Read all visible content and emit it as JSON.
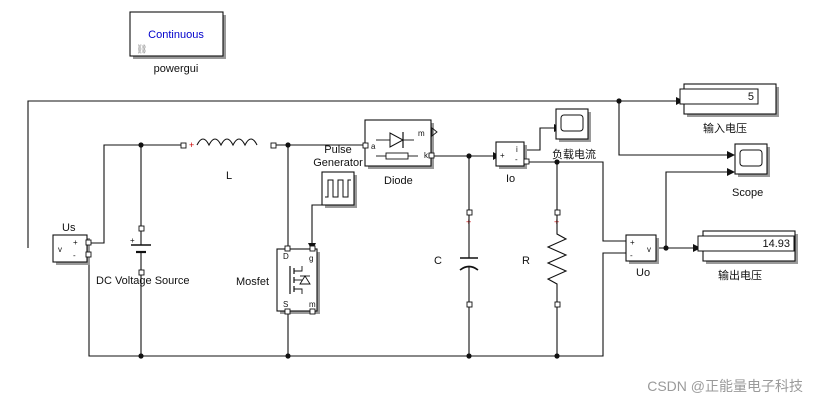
{
  "powergui": {
    "mode": "Continuous",
    "name": "powergui"
  },
  "blocks": {
    "us": "Us",
    "dc_source": "DC Voltage Source",
    "inductor": "L",
    "mosfet": "Mosfet",
    "pulse": "Pulse\nGenerator",
    "diode": "Diode",
    "capacitor": "C",
    "resistor": "R",
    "io": "Io",
    "uo": "Uo",
    "scope": "Scope",
    "load_current": "负载电流",
    "input_voltage": "输入电压",
    "output_voltage": "输出电压"
  },
  "displays": {
    "input_value": "5",
    "output_value": "14.93"
  },
  "ports": {
    "plus": "+",
    "minus": "-",
    "v": "v",
    "i": "i",
    "m": "m",
    "a": "a",
    "k": "k",
    "g": "g",
    "d": "D",
    "s": "S"
  },
  "watermark": "CSDN @正能量电子科技",
  "colors": {
    "accent": "#0000cc",
    "wire": "#111111",
    "terminal": "#cc0000"
  }
}
